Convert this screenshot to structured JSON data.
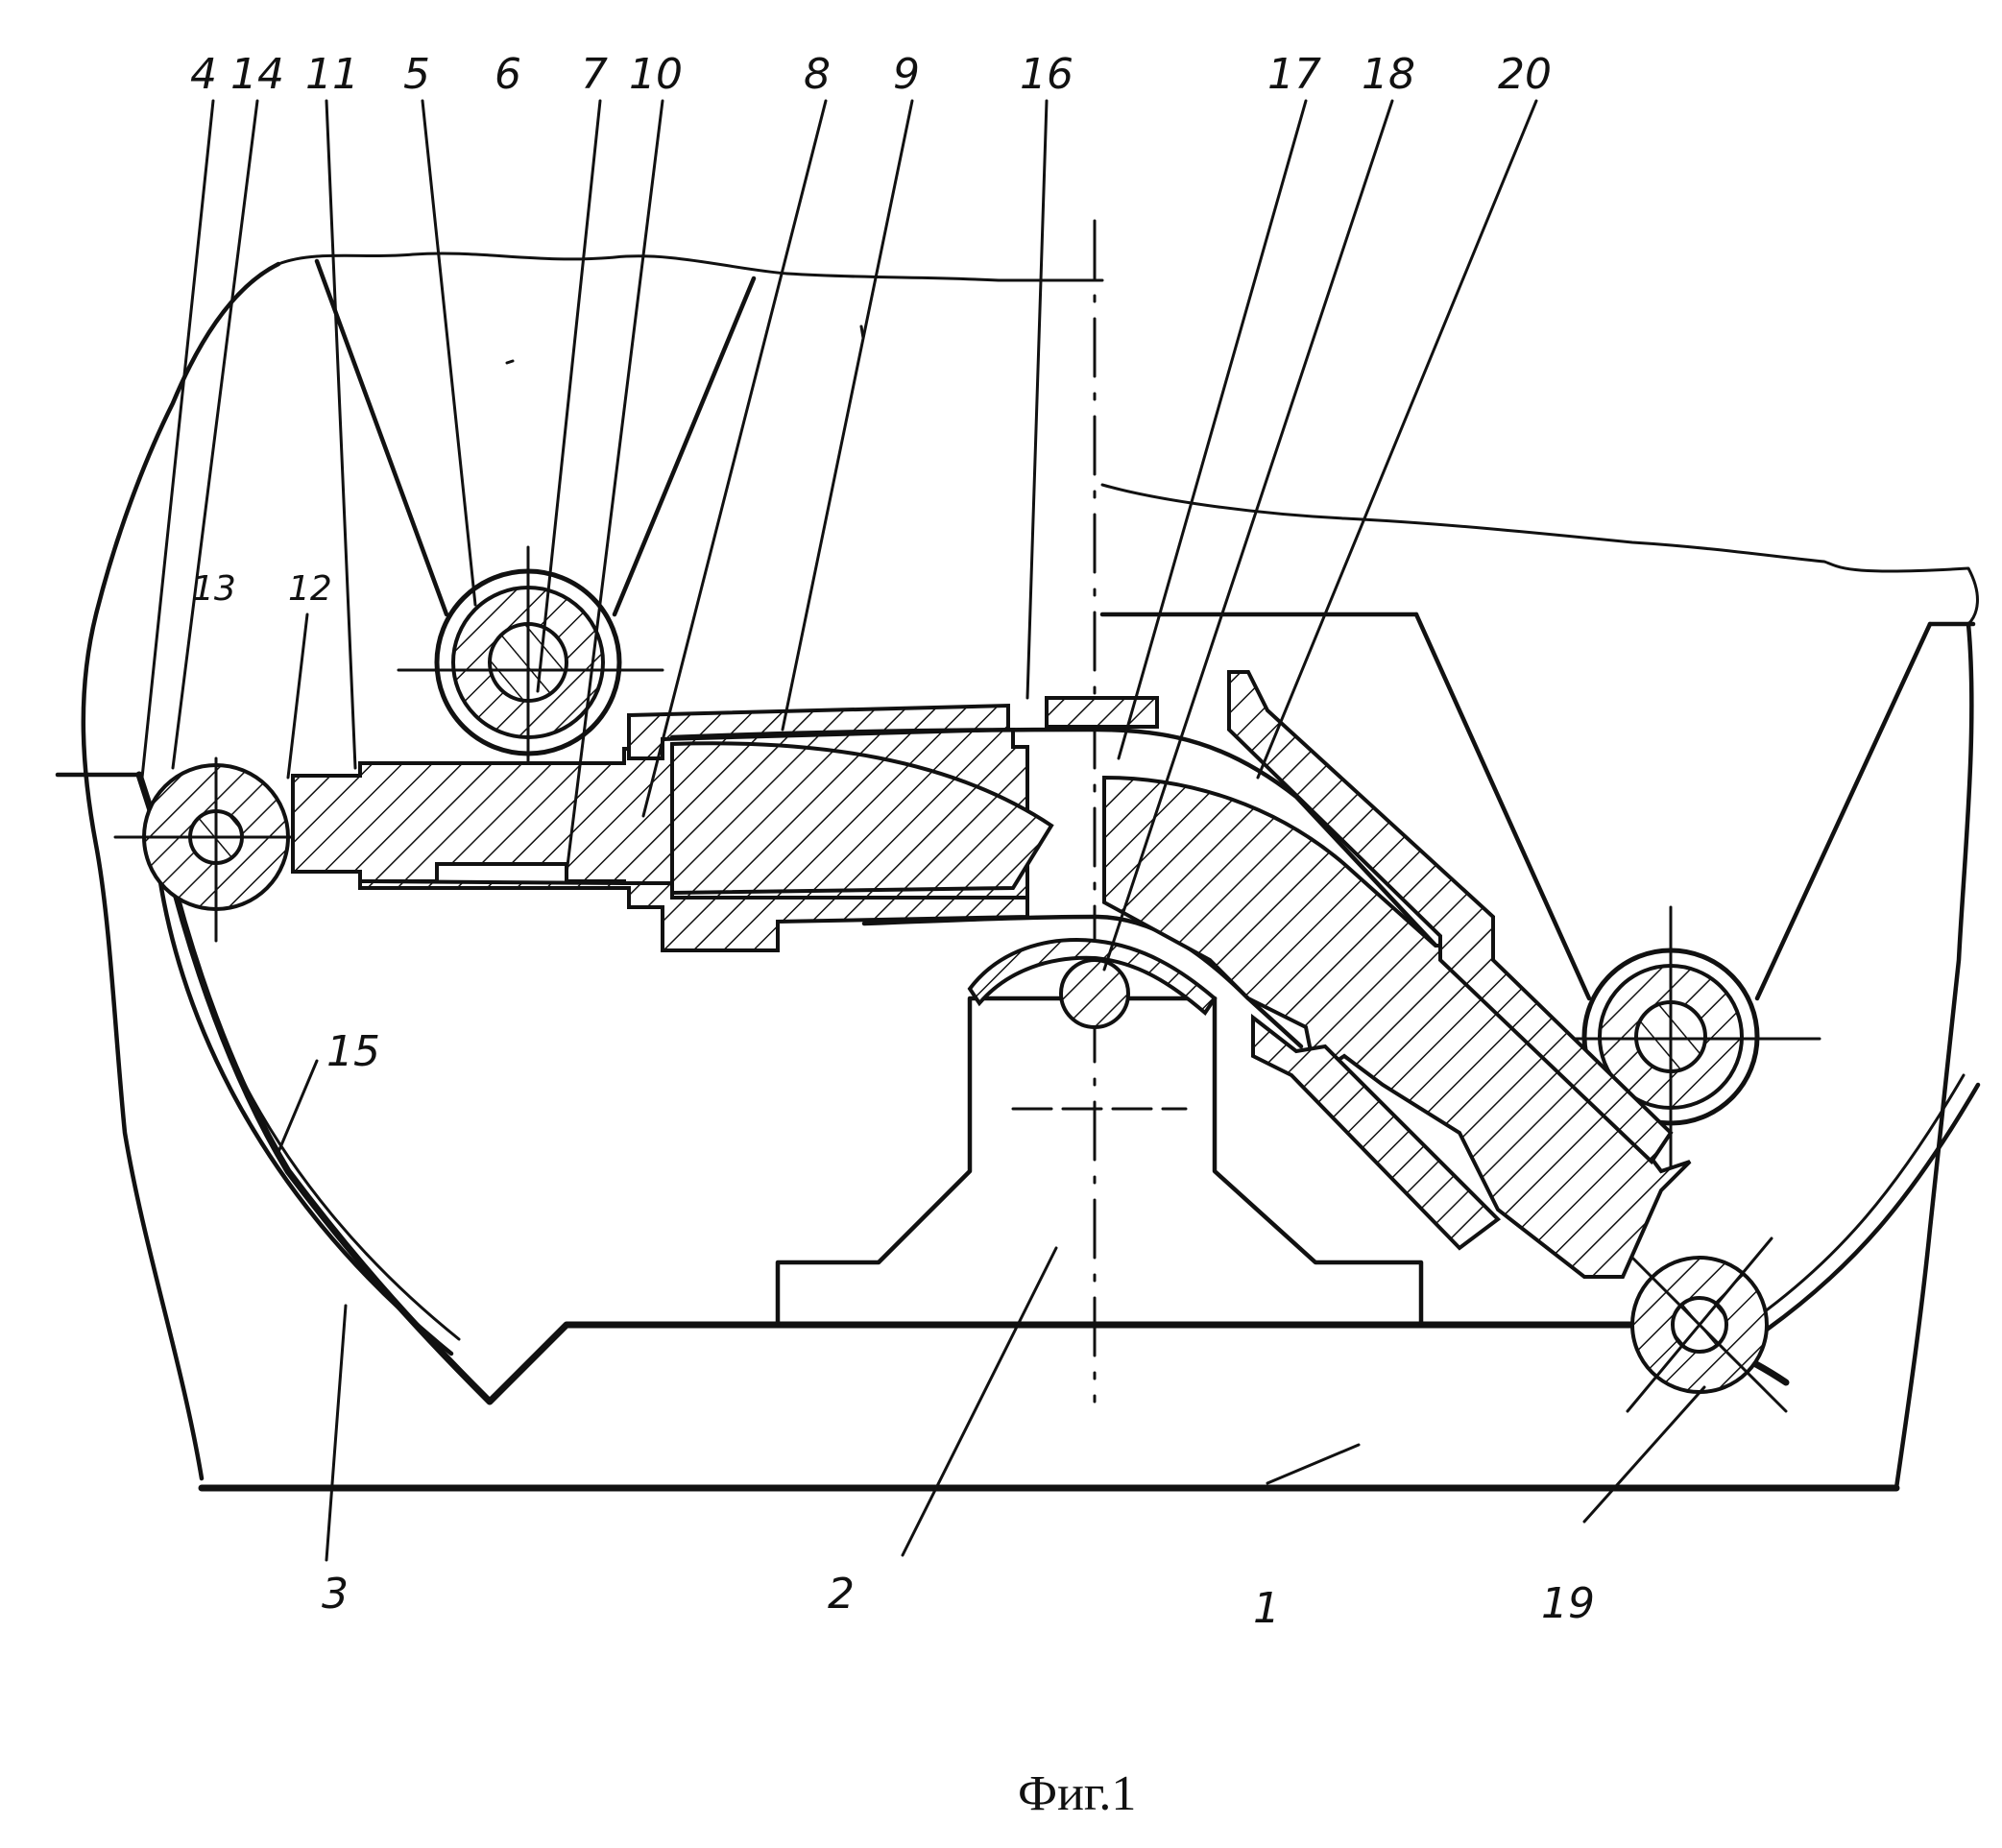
{
  "figure": {
    "caption": "Фиг.1",
    "labels": [
      "1",
      "2",
      "3",
      "4",
      "5",
      "6",
      "7",
      "8",
      "9",
      "10",
      "11",
      "12",
      "13",
      "14",
      "15",
      "16",
      "17",
      "18",
      "19",
      "20"
    ]
  }
}
